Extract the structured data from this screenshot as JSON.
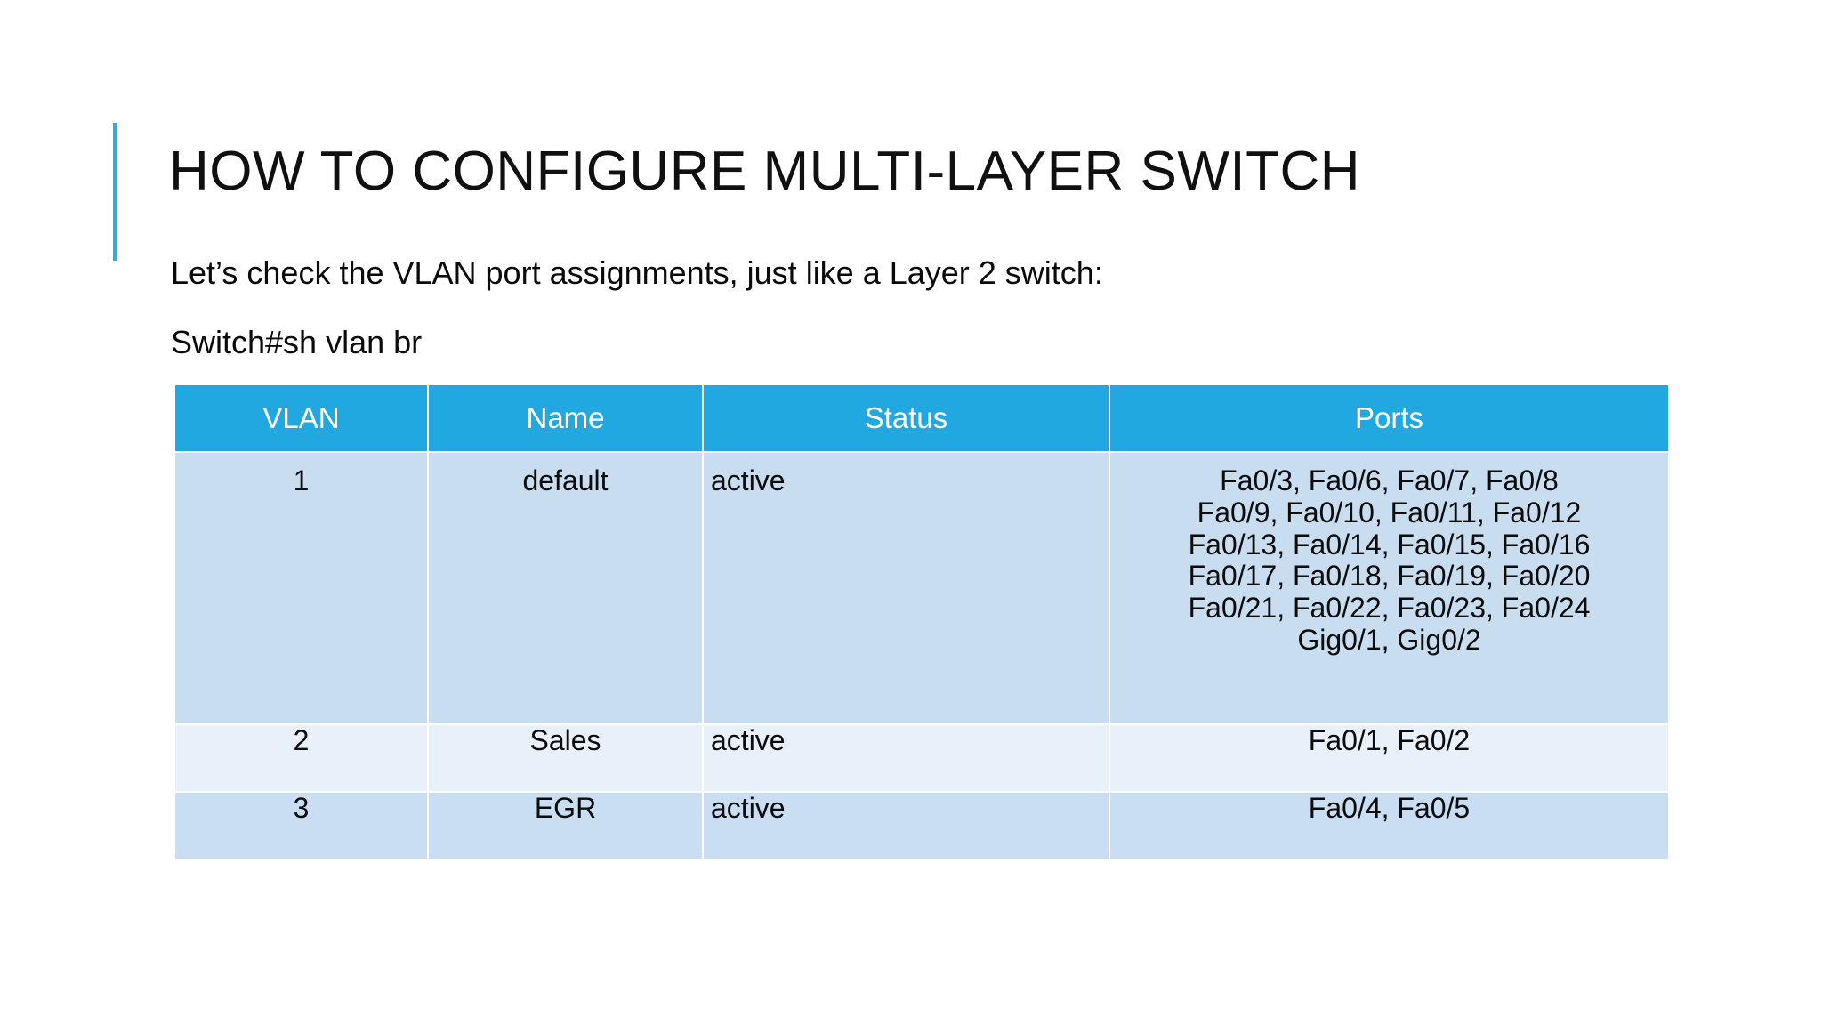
{
  "slide": {
    "title": "How to Configure Multi-Layer Switch",
    "subtitle": "Let’s check the VLAN port assignments, just like a Layer 2 switch:",
    "command": "Switch#sh vlan br",
    "accent_color": "#2CADE4",
    "header_color": "#22A8E0",
    "row_dark_color": "#C9DDF1",
    "row_light_color": "#E8F0FA"
  },
  "table": {
    "headers": {
      "vlan": "VLAN",
      "name": "Name",
      "status": "Status",
      "ports": "Ports"
    },
    "rows": [
      {
        "vlan": "1",
        "name": "default",
        "status": "active",
        "ports_lines": [
          "Fa0/3, Fa0/6, Fa0/7, Fa0/8",
          "Fa0/9, Fa0/10, Fa0/11, Fa0/12",
          "Fa0/13, Fa0/14, Fa0/15, Fa0/16",
          "Fa0/17, Fa0/18, Fa0/19, Fa0/20",
          "Fa0/21, Fa0/22, Fa0/23, Fa0/24",
          "Gig0/1, Gig0/2"
        ]
      },
      {
        "vlan": "2",
        "name": "Sales",
        "status": "active",
        "ports_lines": [
          "Fa0/1, Fa0/2"
        ]
      },
      {
        "vlan": "3",
        "name": "EGR",
        "status": "active",
        "ports_lines": [
          "Fa0/4, Fa0/5"
        ]
      }
    ]
  }
}
